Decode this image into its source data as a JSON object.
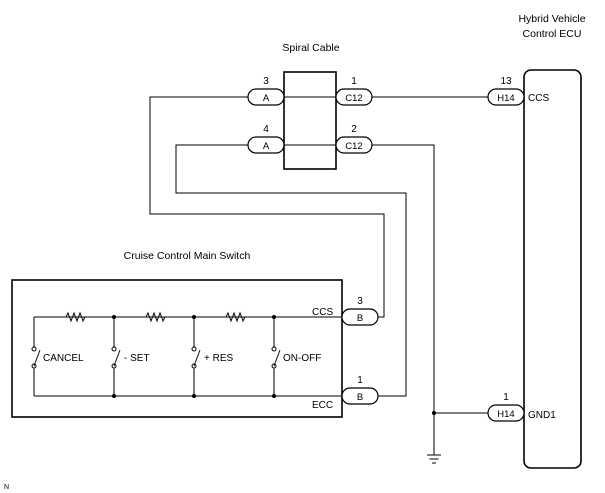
{
  "components": {
    "spiral_cable": {
      "title": "Spiral Cable"
    },
    "ecu": {
      "title_line1": "Hybrid Vehicle",
      "title_line2": "Control ECU",
      "pin_ccs": "CCS",
      "pin_gnd": "GND1"
    },
    "main_switch": {
      "title": "Cruise Control Main Switch",
      "pin_ccs": "CCS",
      "pin_ecc": "ECC"
    }
  },
  "switches": [
    "CANCEL",
    "- SET",
    "+ RES",
    "ON-OFF"
  ],
  "connectors": {
    "a_pin3": {
      "label": "A",
      "pin": "3"
    },
    "a_pin4": {
      "label": "A",
      "pin": "4"
    },
    "c12_pin1": {
      "label": "C12",
      "pin": "1"
    },
    "c12_pin2": {
      "label": "C12",
      "pin": "2"
    },
    "h14_pin13": {
      "label": "H14",
      "pin": "13"
    },
    "h14_pin1": {
      "label": "H14",
      "pin": "1"
    },
    "b_pin3": {
      "label": "B",
      "pin": "3"
    },
    "b_pin1": {
      "label": "B",
      "pin": "1"
    }
  },
  "footer_code": "N"
}
